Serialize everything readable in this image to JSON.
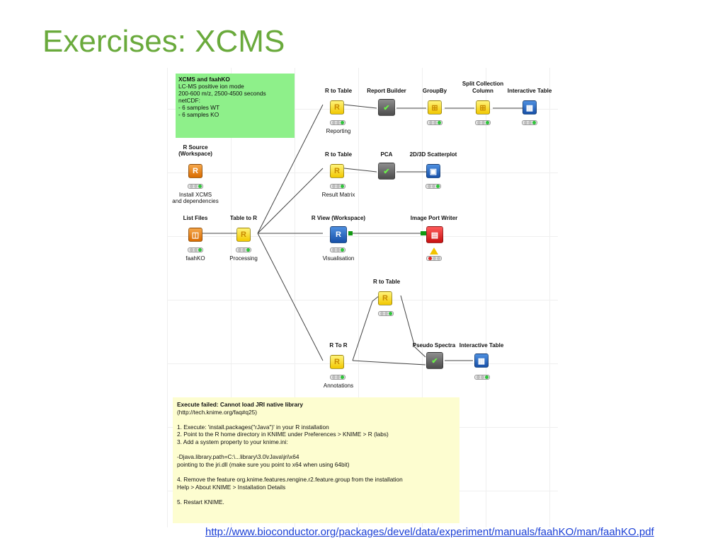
{
  "slide": {
    "title": "Exercises: XCMS",
    "link": "http://www.bioconductor.org/packages/devel/data/experiment/manuals/faahKO/man/faahKO.pdf"
  },
  "annotation": {
    "heading": "XCMS and faahKO",
    "lines": [
      "LC-MS positive ion mode",
      "200-600 m/z, 2500-4500 seconds",
      "netCDF:",
      "- 6 samples WT",
      "- 6 samples KO"
    ]
  },
  "nodes": {
    "r_source": {
      "title_1": "R Source",
      "title_2": "(Workspace)",
      "caption_1": "Install XCMS",
      "caption_2": "and dependencies"
    },
    "list_files": {
      "title": "List Files",
      "caption": "faahKO"
    },
    "table_to_r": {
      "title": "Table to R",
      "caption": "Processing"
    },
    "r_to_table_reporting": {
      "title": "R to Table",
      "caption": "Reporting"
    },
    "report_builder": {
      "title": "Report Builder"
    },
    "groupby": {
      "title": "GroupBy"
    },
    "split_collection": {
      "title_1": "Split Collection",
      "title_2": "Column"
    },
    "interactive_table_top": {
      "title": "Interactive Table"
    },
    "r_to_table_result": {
      "title": "R to Table",
      "caption": "Result Matrix"
    },
    "pca": {
      "title": "PCA"
    },
    "scatterplot": {
      "title": "2D/3D Scatterplot"
    },
    "r_view": {
      "title": "R View (Workspace)",
      "caption": "Visualisation"
    },
    "image_port_writer": {
      "title": "Image Port Writer"
    },
    "r_to_table_mid": {
      "title": "R to Table"
    },
    "r_to_r": {
      "title": "R To R",
      "caption": "Annotations"
    },
    "pseudo_spectra": {
      "title": "Pseudo Spectra"
    },
    "interactive_table_bottom": {
      "title": "Interactive Table"
    }
  },
  "error_note": {
    "heading": "Execute failed: Cannot load JRI native library",
    "lines": [
      "(http://tech.knime.org/faq#q25)",
      "",
      "1. Execute: 'install.packages(\"rJava\")' in your R installation",
      "2. Point to the R home directory in KNIME under Preferences > KNIME > R (labs)",
      "3. Add a system property to your knime.ini:",
      "",
      "-Djava.library.path=C:\\...library\\3.0\\rJava\\jri\\x64",
      "pointing to the jri.dll (make sure you point to x64 when using 64bit)",
      "",
      "4. Remove the feature org.knime.features.rengine.r2.feature.group from the installation",
      "Help > About KNIME > Installation Details",
      "",
      "5. Restart KNIME."
    ]
  }
}
